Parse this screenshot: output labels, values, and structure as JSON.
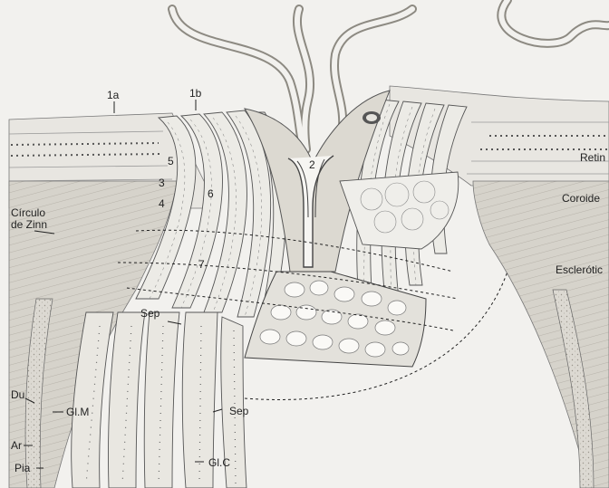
{
  "labels": {
    "l1a": "1a",
    "l1b": "1b",
    "l2": "2",
    "l3": "3",
    "l4": "4",
    "l5": "5",
    "l6": "6",
    "l7": "7",
    "circulo_line1": "Círculo",
    "circulo_line2": "de Zinn",
    "retina": "Retin",
    "coroide": "Coroide",
    "esclerotica": "Esclerótic",
    "sep_upper": "Sep",
    "sep_lower": "Sep",
    "du": "Du",
    "glm": "Gl.M",
    "ar": "Ar",
    "pia": "Pia",
    "glc": "Gl.C"
  },
  "colors": {
    "paper": "#f2f1ee",
    "ink": "#333333",
    "tissue_light": "#e4e2dc",
    "tissue_mid": "#cfccc4",
    "tissue_dark": "#a9a59c"
  }
}
